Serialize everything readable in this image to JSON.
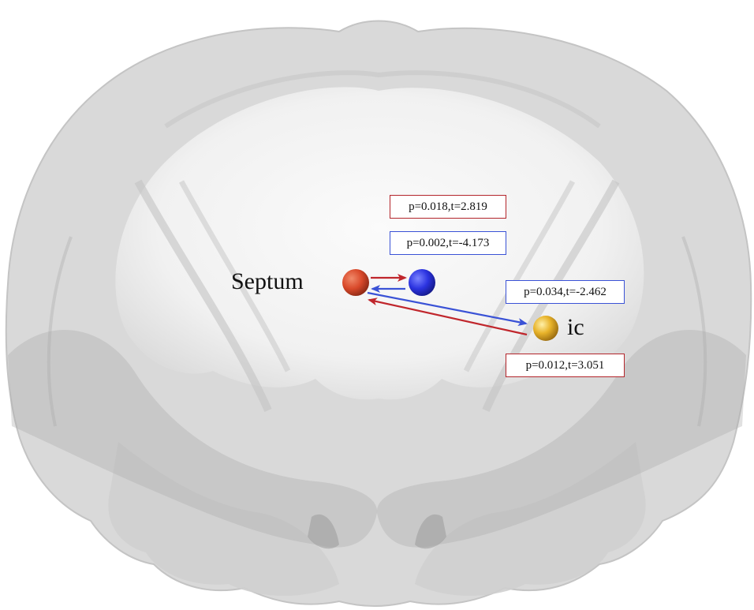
{
  "regions": {
    "septum": {
      "label": "Septum",
      "node_color": "#d9492a"
    },
    "middle": {
      "label": "",
      "node_color": "#2b33e0"
    },
    "ic": {
      "label": "ic",
      "node_color": "#e8b32a"
    }
  },
  "connections": [
    {
      "from": "septum",
      "to": "middle",
      "color": "#c0262c",
      "p": 0.018,
      "t": 2.819,
      "text": "p=0.018,t=2.819"
    },
    {
      "from": "middle",
      "to": "septum",
      "color": "#3a52d6",
      "p": 0.002,
      "t": -4.173,
      "text": "p=0.002,t=-4.173"
    },
    {
      "from": "septum",
      "to": "ic",
      "color": "#3a52d6",
      "p": 0.034,
      "t": -2.462,
      "text": "p=0.034,t=-2.462"
    },
    {
      "from": "ic",
      "to": "septum",
      "color": "#c0262c",
      "p": 0.012,
      "t": 3.051,
      "text": "p=0.012,t=3.051"
    }
  ],
  "colors": {
    "positive": "#c0262c",
    "negative": "#3a52d6",
    "brain_surface": "#d4d4d4"
  }
}
